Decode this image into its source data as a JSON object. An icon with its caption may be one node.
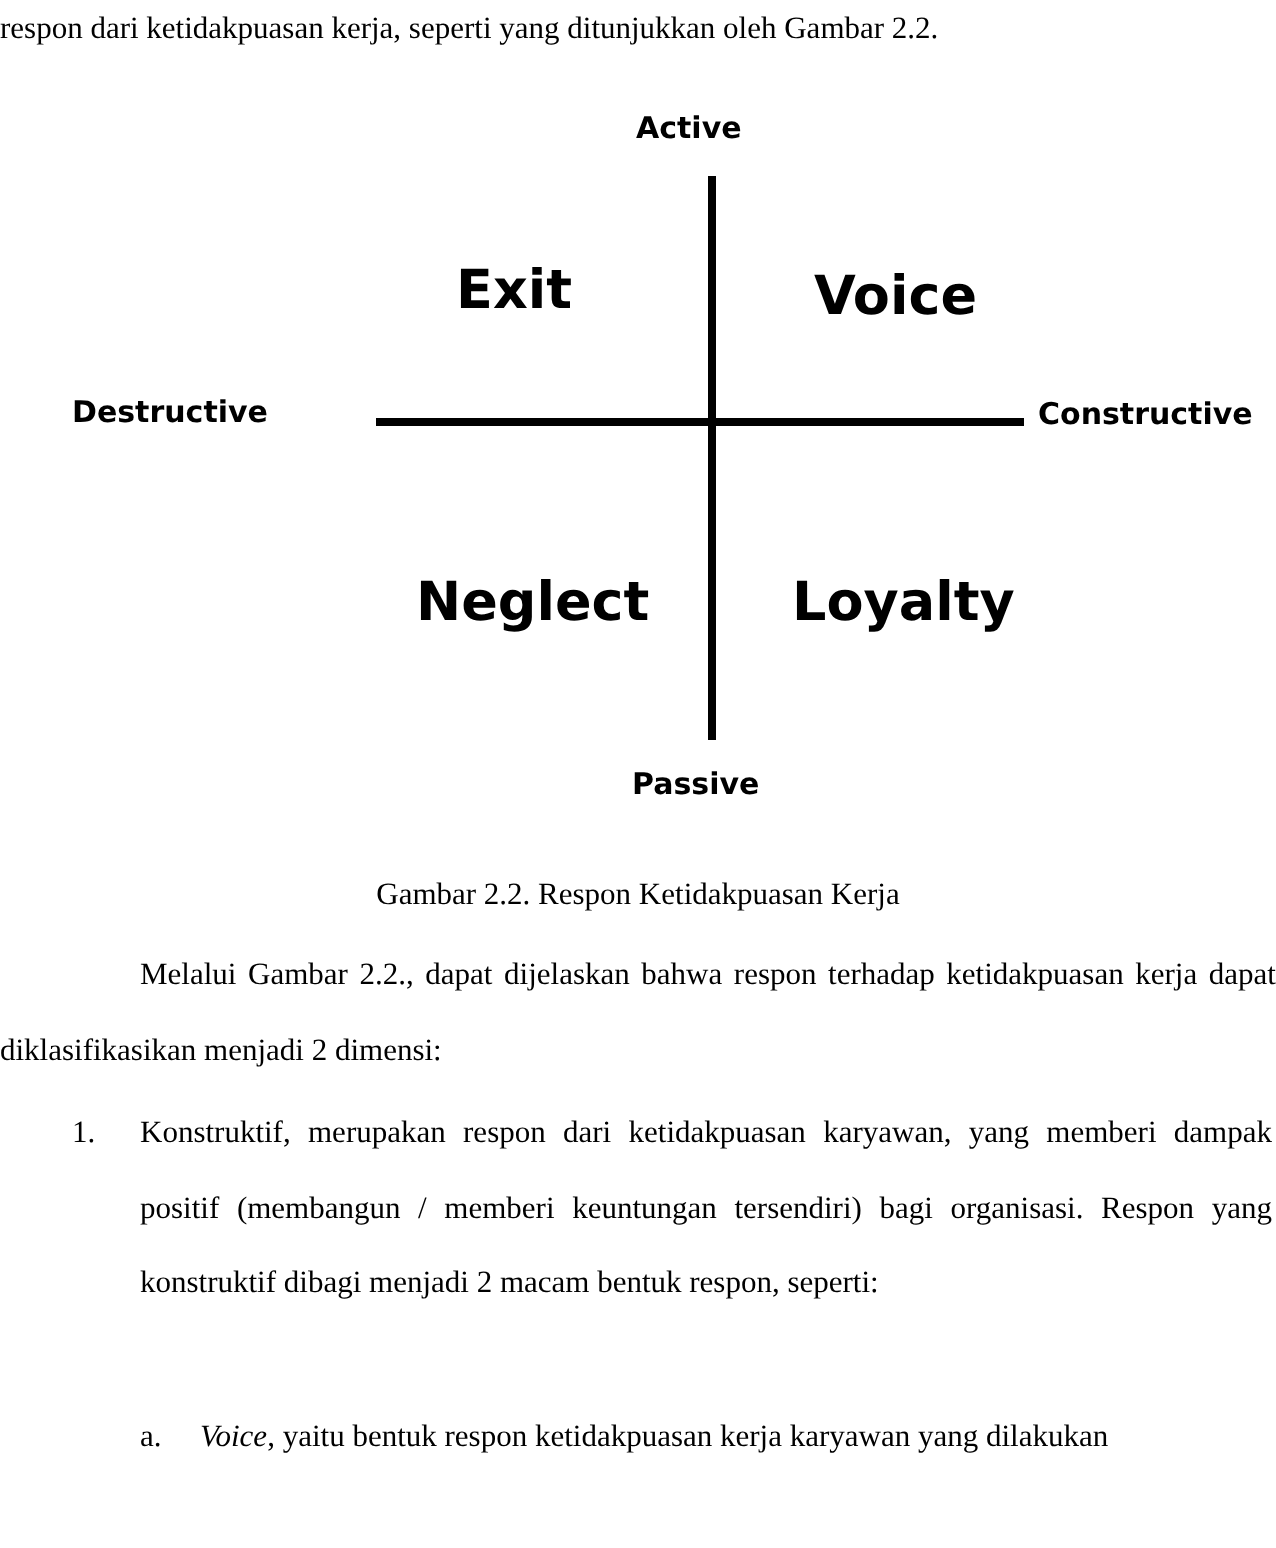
{
  "diagram": {
    "caption": "Gambar 2.2. Respon Ketidakpuasan Kerja",
    "labels": [
      "respon dari ketidakpuasan kerja, seperti yang ditunjukkan oleh Gambar 2.2.",
      "Active",
      "Exit",
      "Voice",
      "Destructive",
      "Constructive",
      "Neglect",
      "Loyalty",
      "Passive",
      "Melalui Gambar 2.2., dapat dijelaskan bahwa respon terhadap ketidakpuasan kerja dapat diklasifikasikan menjadi 2 dimensi:",
      "1.",
      "Konstruktif, merupakan respon dari ketidakpuasan karyawan, yang memberi dampak positif (membangun / memberi keuntungan tersendiri) bagi organisasi. Respon yang konstruktif dibagi menjadi 2 macam bentuk respon, seperti:",
      "a.",
      "*Voice*, yaitu bentuk respon ketidakpuasan kerja karyawan yang dilakukan"
    ]
  }
}
